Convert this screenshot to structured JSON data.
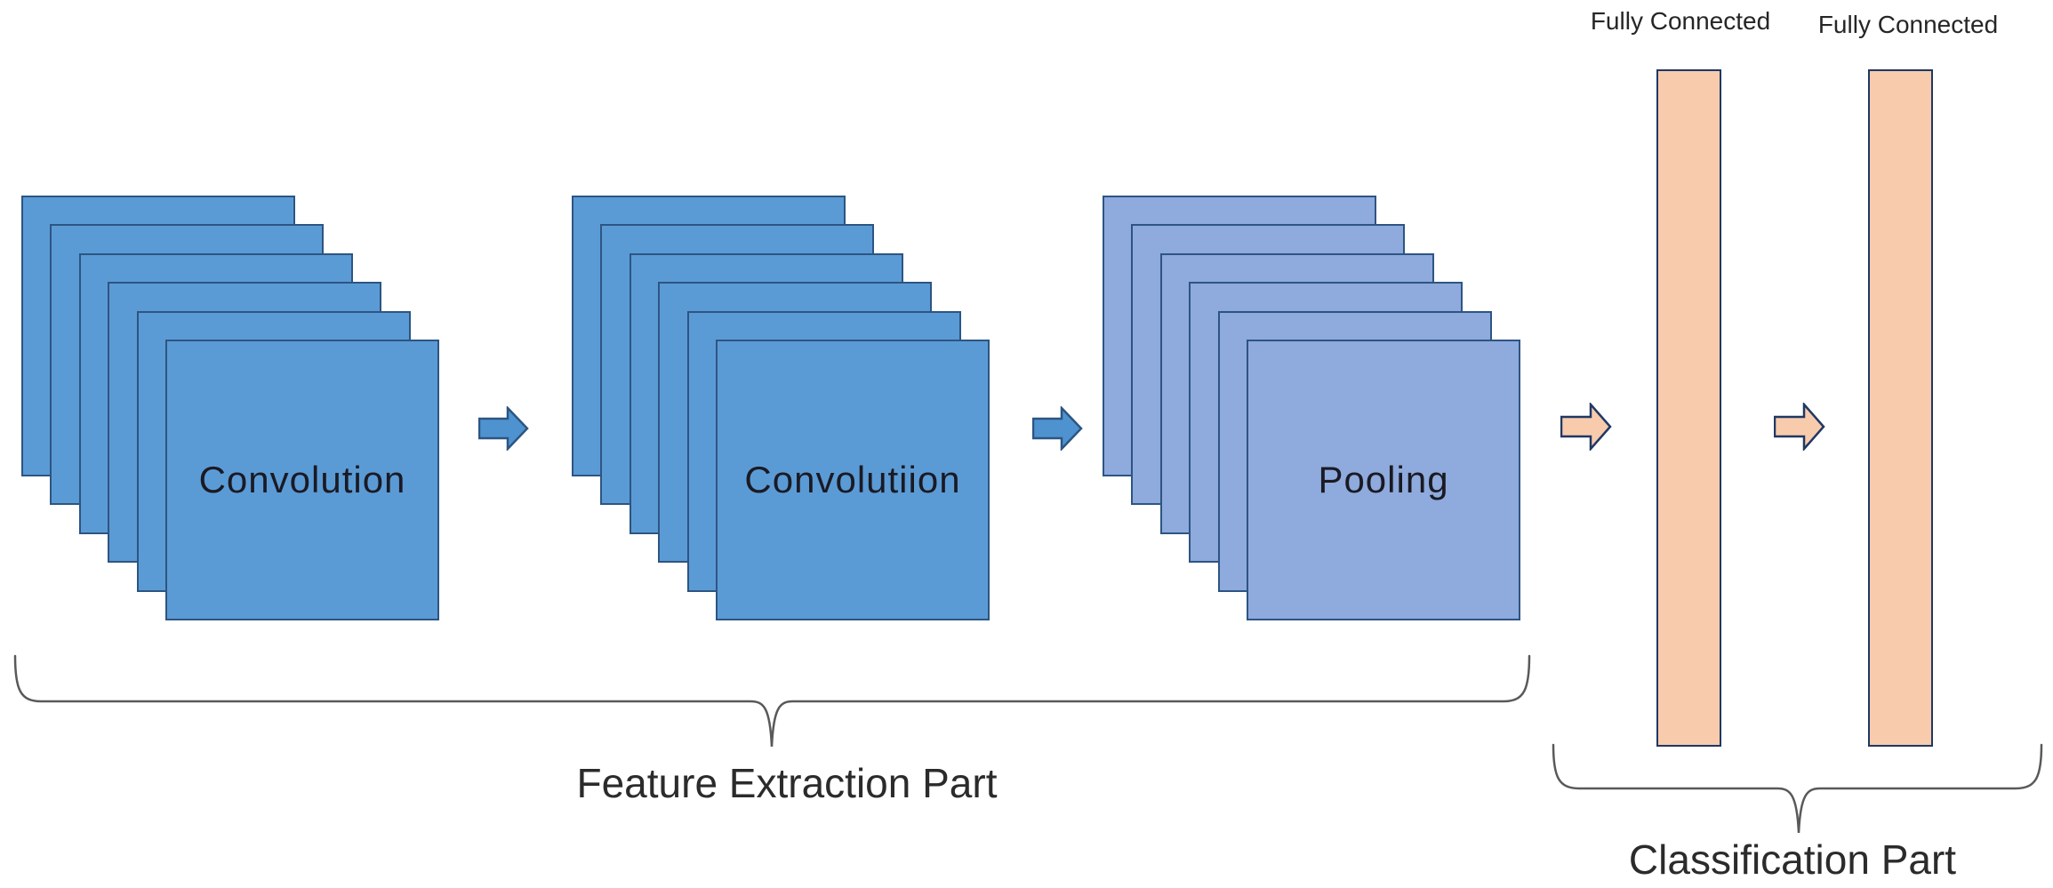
{
  "diagram": {
    "title_implicit": "CNN architecture diagram",
    "stacks": [
      {
        "label": "Convolution",
        "type": "convolution",
        "layers": 6
      },
      {
        "label": "Convolutiion",
        "type": "convolution",
        "layers": 6
      },
      {
        "label": "Pooling",
        "type": "pooling",
        "layers": 6
      }
    ],
    "fc_labels": [
      "Fully Connected",
      "Fully Connected"
    ],
    "captions": {
      "feature": "Feature Extraction Part",
      "classification": "Classification Part"
    },
    "colors": {
      "conv_fill": "#5B9BD5",
      "conv_border": "#2D5582",
      "pool_fill": "#8FAADC",
      "peach_fill": "#F7CBAC",
      "peach_border": "#1F3864",
      "arrow_blue": "#4E93CF",
      "brace": "#595959"
    }
  }
}
